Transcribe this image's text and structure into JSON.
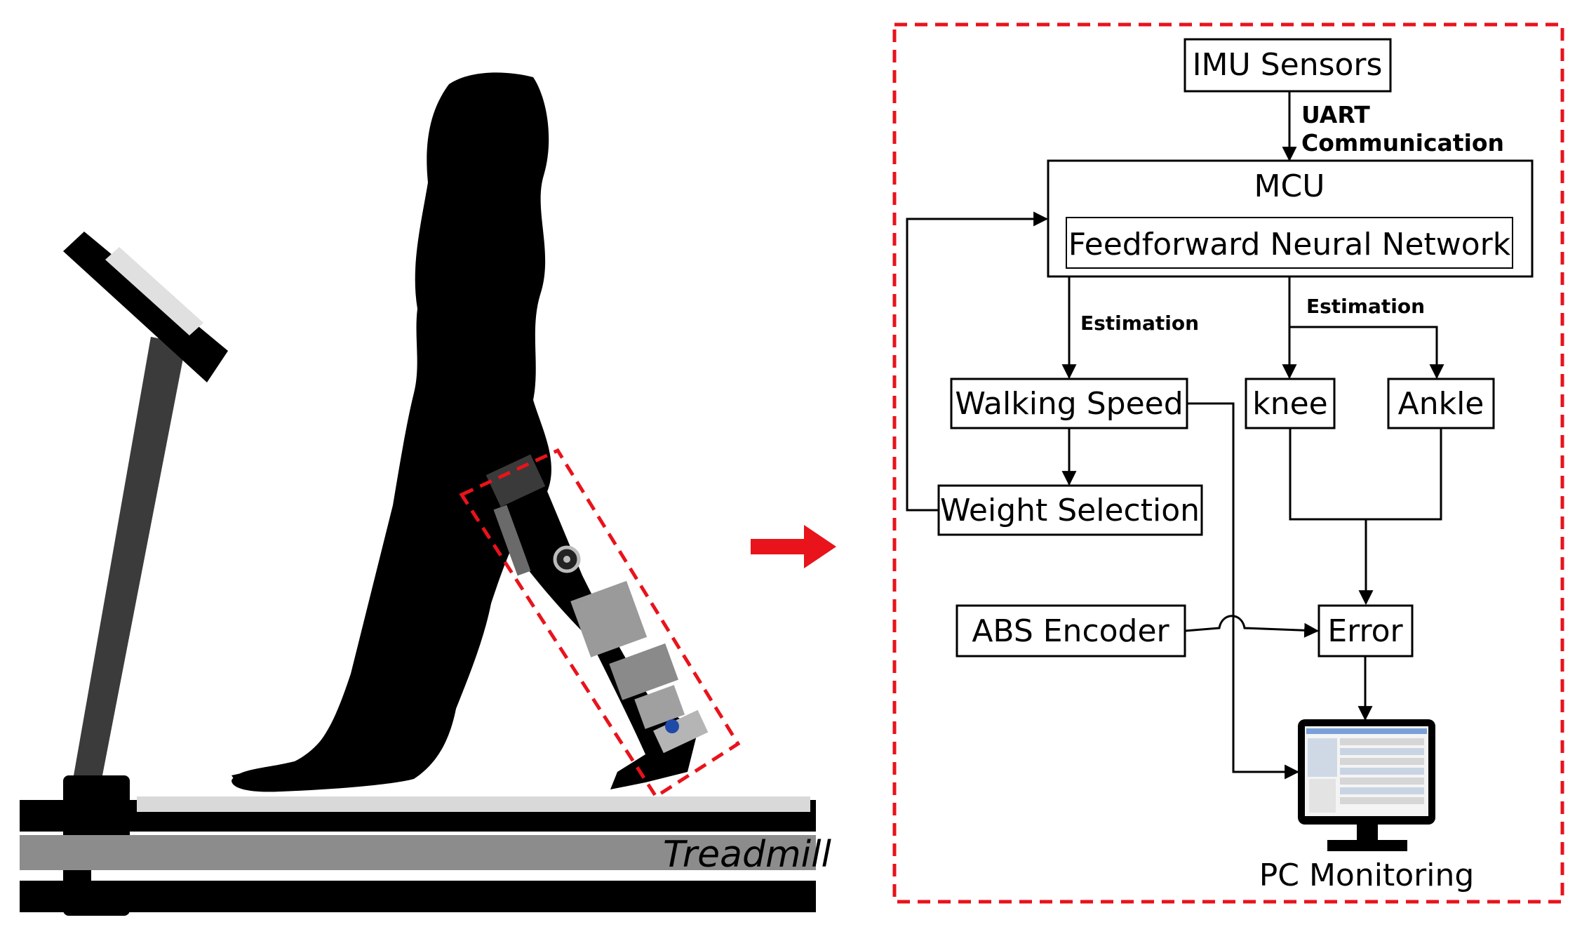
{
  "left_panel": {
    "treadmill_label": "Treadmill"
  },
  "diagram": {
    "imu": "IMU Sensors",
    "uart_line1": "UART",
    "uart_line2": "Communication",
    "mcu": "MCU",
    "nn": "Feedforward Neural Network",
    "estimation_left": "Estimation",
    "estimation_right": "Estimation",
    "walking_speed": "Walking Speed",
    "knee": "knee",
    "ankle": "Ankle",
    "weight_selection": "Weight Selection",
    "abs_encoder": "ABS Encoder",
    "error": "Error",
    "pc_monitoring": "PC Monitoring"
  },
  "colors": {
    "dashed_red": "#e8131b",
    "arrow_red": "#e8131b",
    "silhouette": "#000000"
  }
}
